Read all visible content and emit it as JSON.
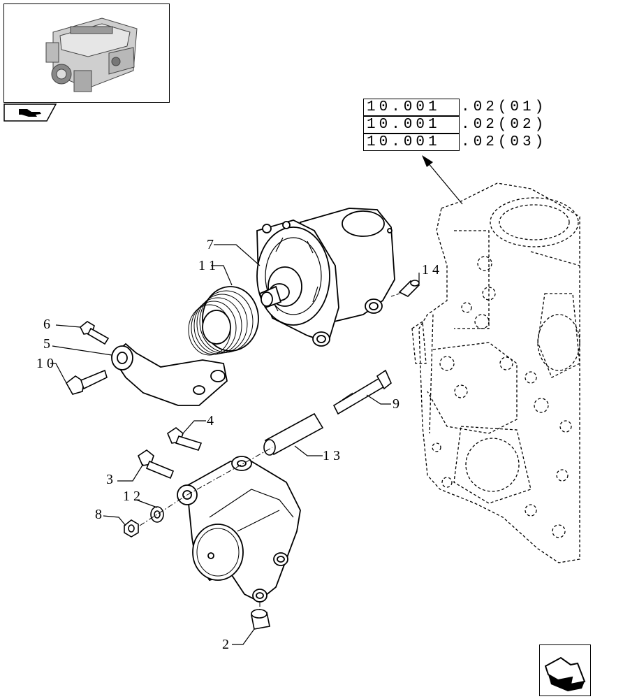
{
  "references": [
    {
      "code": "10.001",
      "suffix": ".02(01)"
    },
    {
      "code": "10.001",
      "suffix": ".02(02)"
    },
    {
      "code": "10.001",
      "suffix": ".02(03)"
    }
  ],
  "callouts": {
    "c2": "2",
    "c3": "3",
    "c4": "4",
    "c5": "5",
    "c6": "6",
    "c7": "7",
    "c8": "8",
    "c9": "9",
    "c10": "1 0",
    "c11": "1 1",
    "c12": "1 2",
    "c13": "1 3",
    "c14": "1 4"
  },
  "icons": {
    "thumbnail": "engine-thumbnail-icon",
    "section_tab": "hand-pointer-icon",
    "nav": "next-page-arrow-icon"
  }
}
